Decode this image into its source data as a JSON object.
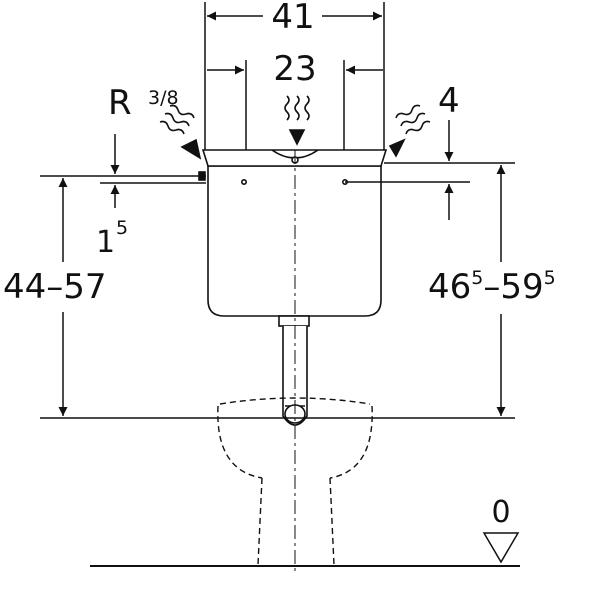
{
  "dimensions": {
    "width_total": "41",
    "width_inner": "23",
    "thread": {
      "prefix": "R",
      "fraction": "3/8"
    },
    "top_gap": "4",
    "left_offset": {
      "base": "1",
      "sup": "5"
    },
    "left_height": {
      "from": "44",
      "dash": "–",
      "to": "57"
    },
    "right_height": {
      "from_base": "46",
      "from_sup": "5",
      "dash": "–",
      "to_base": "59",
      "to_sup": "5"
    },
    "floor_level": "0"
  },
  "colors": {
    "line": "#111111",
    "background": "#ffffff"
  }
}
